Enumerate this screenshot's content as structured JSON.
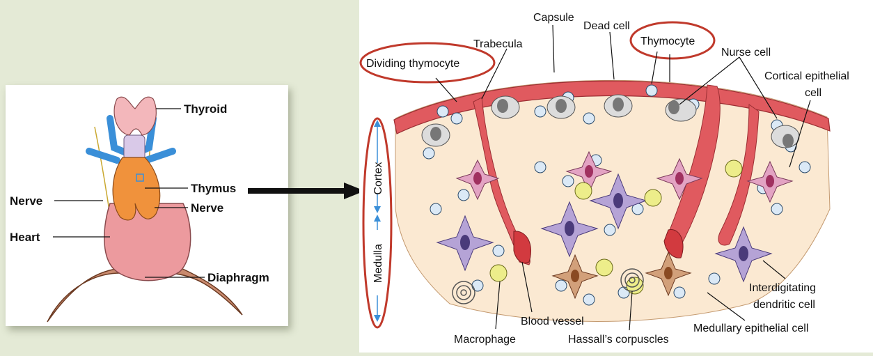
{
  "left_panel": {
    "labels": {
      "thyroid": "Thyroid",
      "thymus": "Thymus",
      "nerve_left": "Nerve",
      "nerve_right": "Nerve",
      "heart": "Heart",
      "diaphragm": "Diaphragm"
    }
  },
  "right_panel": {
    "labels": {
      "capsule": "Capsule",
      "dead_cell": "Dead cell",
      "trabecula": "Trabecula",
      "thymocyte": "Thymocyte",
      "nurse_cell": "Nurse cell",
      "dividing_thymocyte": "Dividing thymocyte",
      "cortical_epithelial_1": "Cortical epithelial",
      "cortical_epithelial_2": "cell",
      "cortex": "Cortex",
      "medulla": "Medulla",
      "interdigitating_1": "Interdigitating",
      "interdigitating_2": "dendritic cell",
      "medullary_epithelial": "Medullary epithelial cell",
      "blood_vessel": "Blood vessel",
      "macrophage": "Macrophage",
      "hassalls": "Hassall’s corpuscles"
    }
  },
  "colors": {
    "background": "#e4ead6",
    "highlight_oval": "#c0392b",
    "capsule": "#e05a5f",
    "vessel_blue": "#3a8fd8",
    "thymus_orange": "#f0923c",
    "heart_pink": "#ec9a9e",
    "cortex_fill": "#fbe9d2",
    "axis_arrow": "#3a8fd8"
  },
  "icons": {
    "connector": "right-arrow-icon"
  }
}
